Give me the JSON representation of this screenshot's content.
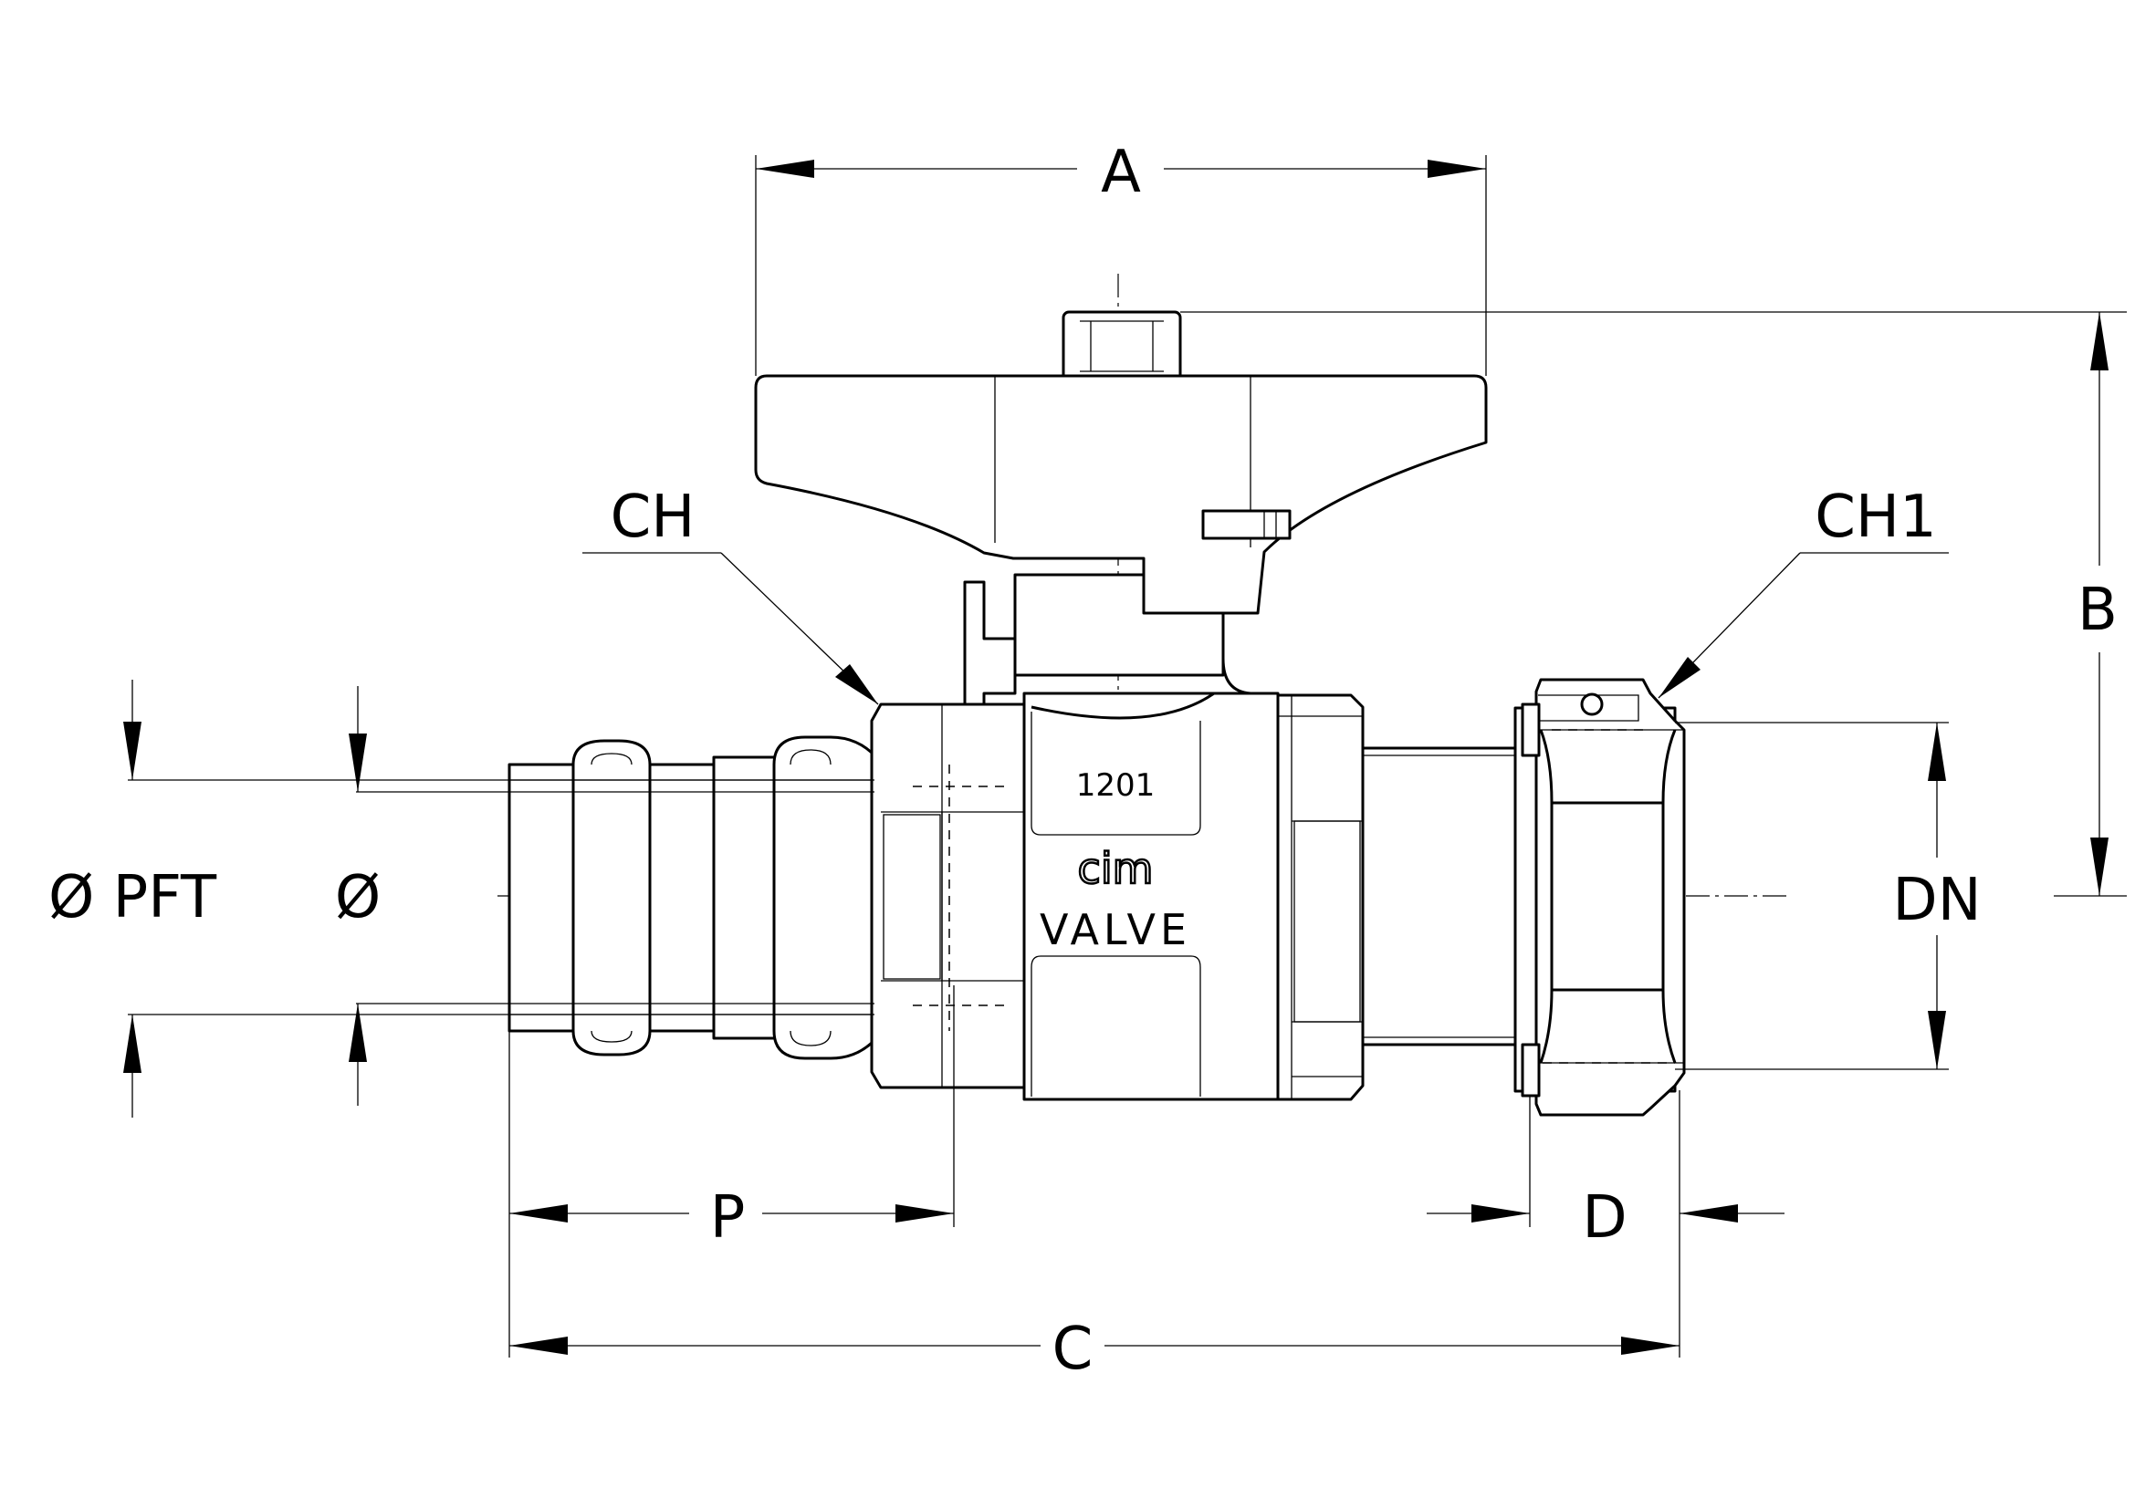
{
  "drawing": {
    "dimension_labels": {
      "A": "A",
      "B": "B",
      "C": "C",
      "D": "D",
      "P": "P",
      "DN": "DN",
      "CH": "CH",
      "CH1": "CH1",
      "PFT": "Ø PFT",
      "dia": "Ø"
    },
    "body_marking": {
      "model": "1201",
      "brand": "cim",
      "type": "VALVE"
    }
  }
}
